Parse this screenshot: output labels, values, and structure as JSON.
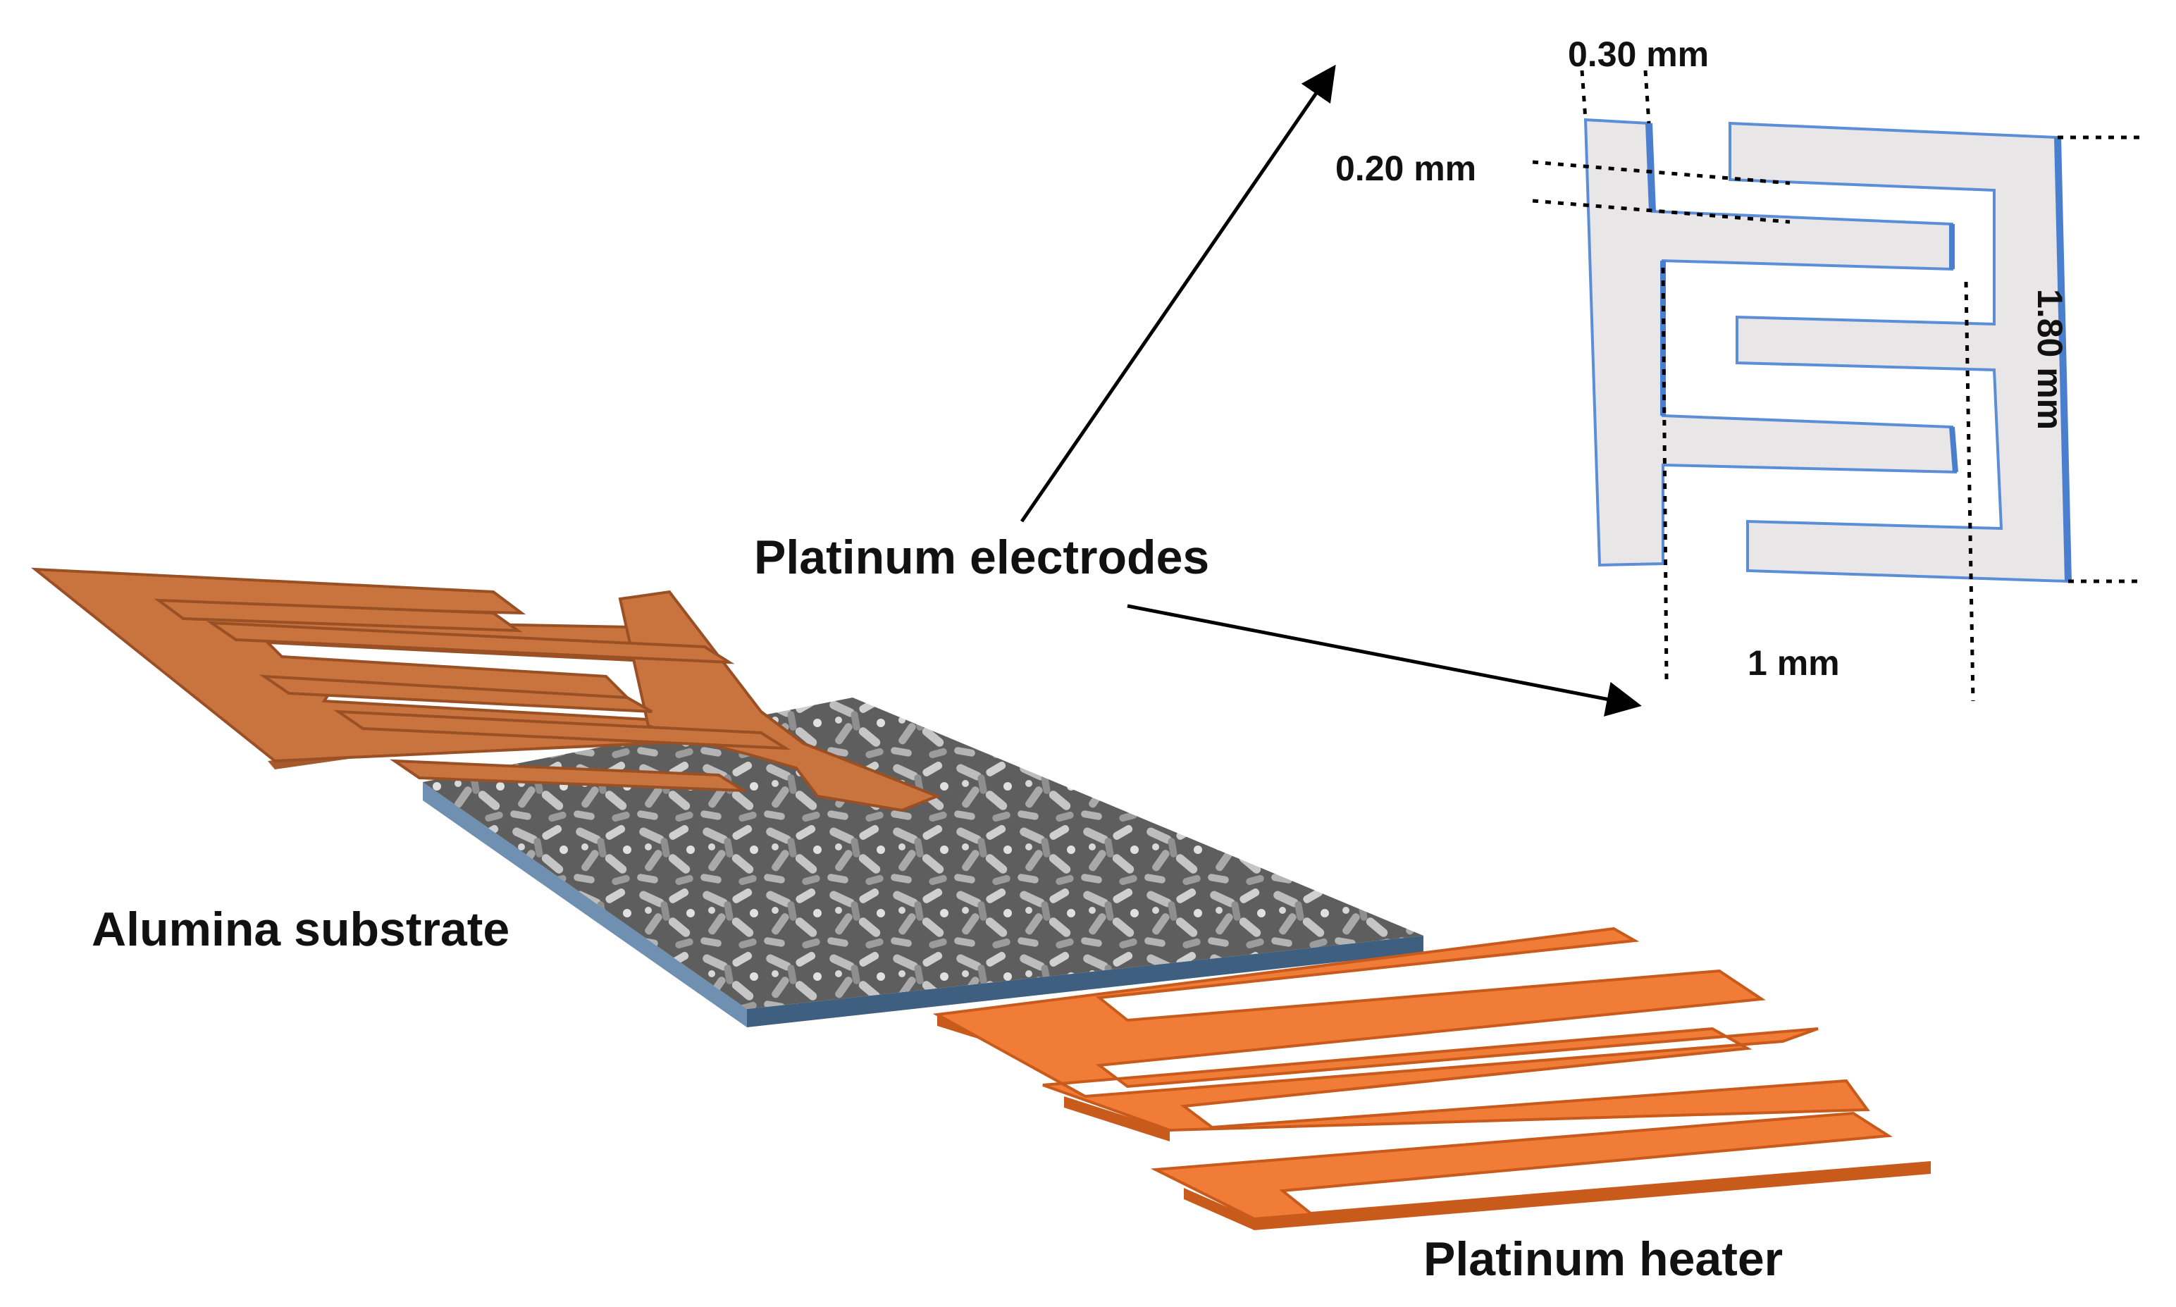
{
  "labels": {
    "electrodes": "Platinum electrodes",
    "substrate": "Alumina substrate",
    "heater": "Platinum heater"
  },
  "dimensions": {
    "finger_width": "0.30 mm",
    "finger_gap": "0.20 mm",
    "height": "1.80 mm",
    "width": "1 mm"
  },
  "colors": {
    "electrode_top": "#c9733f",
    "electrode_side": "#a65a2c",
    "heater_top": "#f07c38",
    "heater_side": "#c85a1c",
    "substrate_side": "#4f6f8f",
    "sem_texture": "#7a7a7a",
    "inset_fill": "#e8e6e6",
    "inset_edge": "#5b8ed6"
  }
}
